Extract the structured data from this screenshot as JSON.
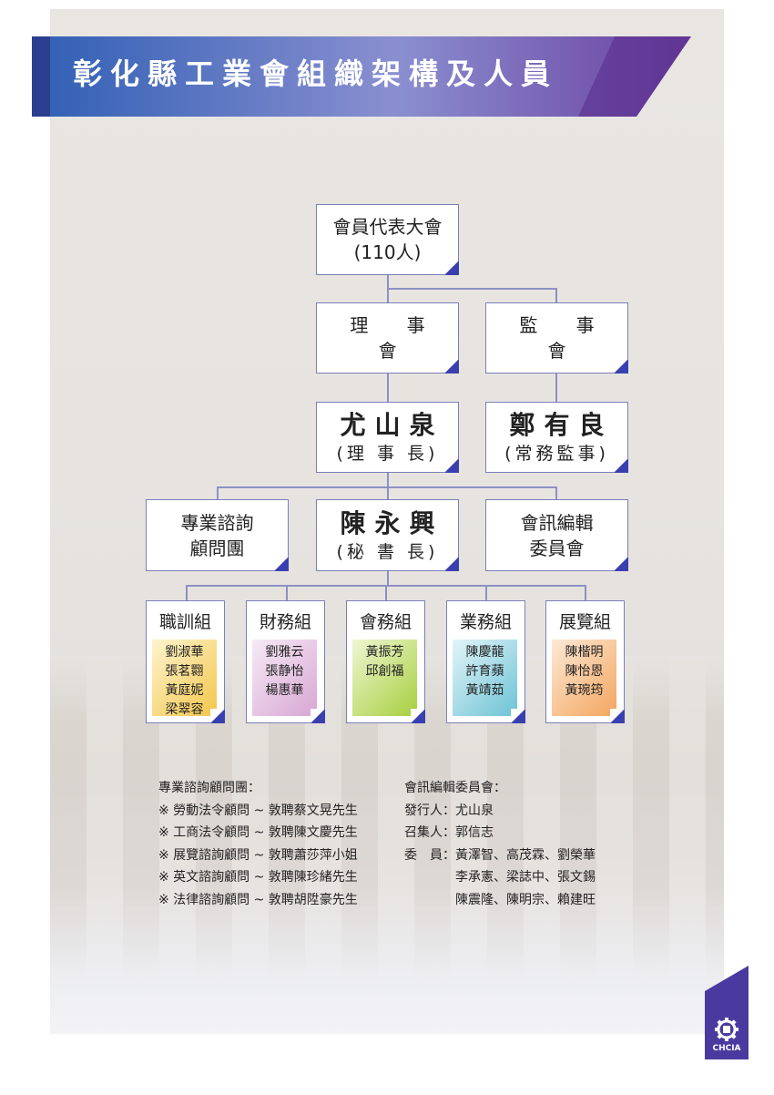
{
  "title": "彰化縣工業會組織架構及人員",
  "assembly": {
    "line1": "會員代表大會",
    "line2": "(110人)"
  },
  "board": {
    "label": "理 事 會"
  },
  "supervisors": {
    "label": "監 事 會"
  },
  "chairman": {
    "name": "尤山泉",
    "role": "(理 事 長)"
  },
  "standing_supervisor": {
    "name": "鄭有良",
    "role": "(常務監事)"
  },
  "secretary": {
    "name": "陳永興",
    "role": "(秘 書 長)"
  },
  "advisory": {
    "line1": "專業諮詢",
    "line2": "顧問團"
  },
  "newsletter": {
    "line1": "會訊編輯",
    "line2": "委員會"
  },
  "groups": [
    {
      "title": "職訓組",
      "members": [
        "劉淑華",
        "張茗翾",
        "黃庭妮",
        "梁翠容"
      ],
      "color": "#f3c64a"
    },
    {
      "title": "財務組",
      "members": [
        "劉雅云",
        "張静怡",
        "楊惠華"
      ],
      "color": "#d7a6d3"
    },
    {
      "title": "會務組",
      "members": [
        "黃振芳",
        "邱創福"
      ],
      "color": "#a7cf3e"
    },
    {
      "title": "業務組",
      "members": [
        "陳慶龍",
        "許育蘋",
        "黃靖茹"
      ],
      "color": "#6cc3d6"
    },
    {
      "title": "展覽組",
      "members": [
        "陳楷明",
        "陳怡恩",
        "黃琬筠"
      ],
      "color": "#f3a55e"
    }
  ],
  "advisory_notes": {
    "heading": "專業諮詢顧問團：",
    "items": [
      "※ 勞動法令顧問 ~ 敦聘蔡文晃先生",
      "※ 工商法令顧問 ~ 敦聘陳文慶先生",
      "※ 展覽諮詢顧問 ~ 敦聘蕭莎萍小姐",
      "※ 英文諮詢顧問 ~ 敦聘陳珍緒先生",
      "※ 法律諮詢顧問 ~ 敦聘胡陞豪先生"
    ]
  },
  "newsletter_notes": {
    "heading": "會訊編輯委員會：",
    "lines": [
      "發行人：尤山泉",
      "召集人：郭信志",
      "委　員：黃澤智、高茂霖、劉榮華",
      "　　　　李承憲、梁誌中、張文錫",
      "　　　　陳震隆、陳明宗、賴建旺"
    ]
  },
  "logo_text": "CHCIA"
}
